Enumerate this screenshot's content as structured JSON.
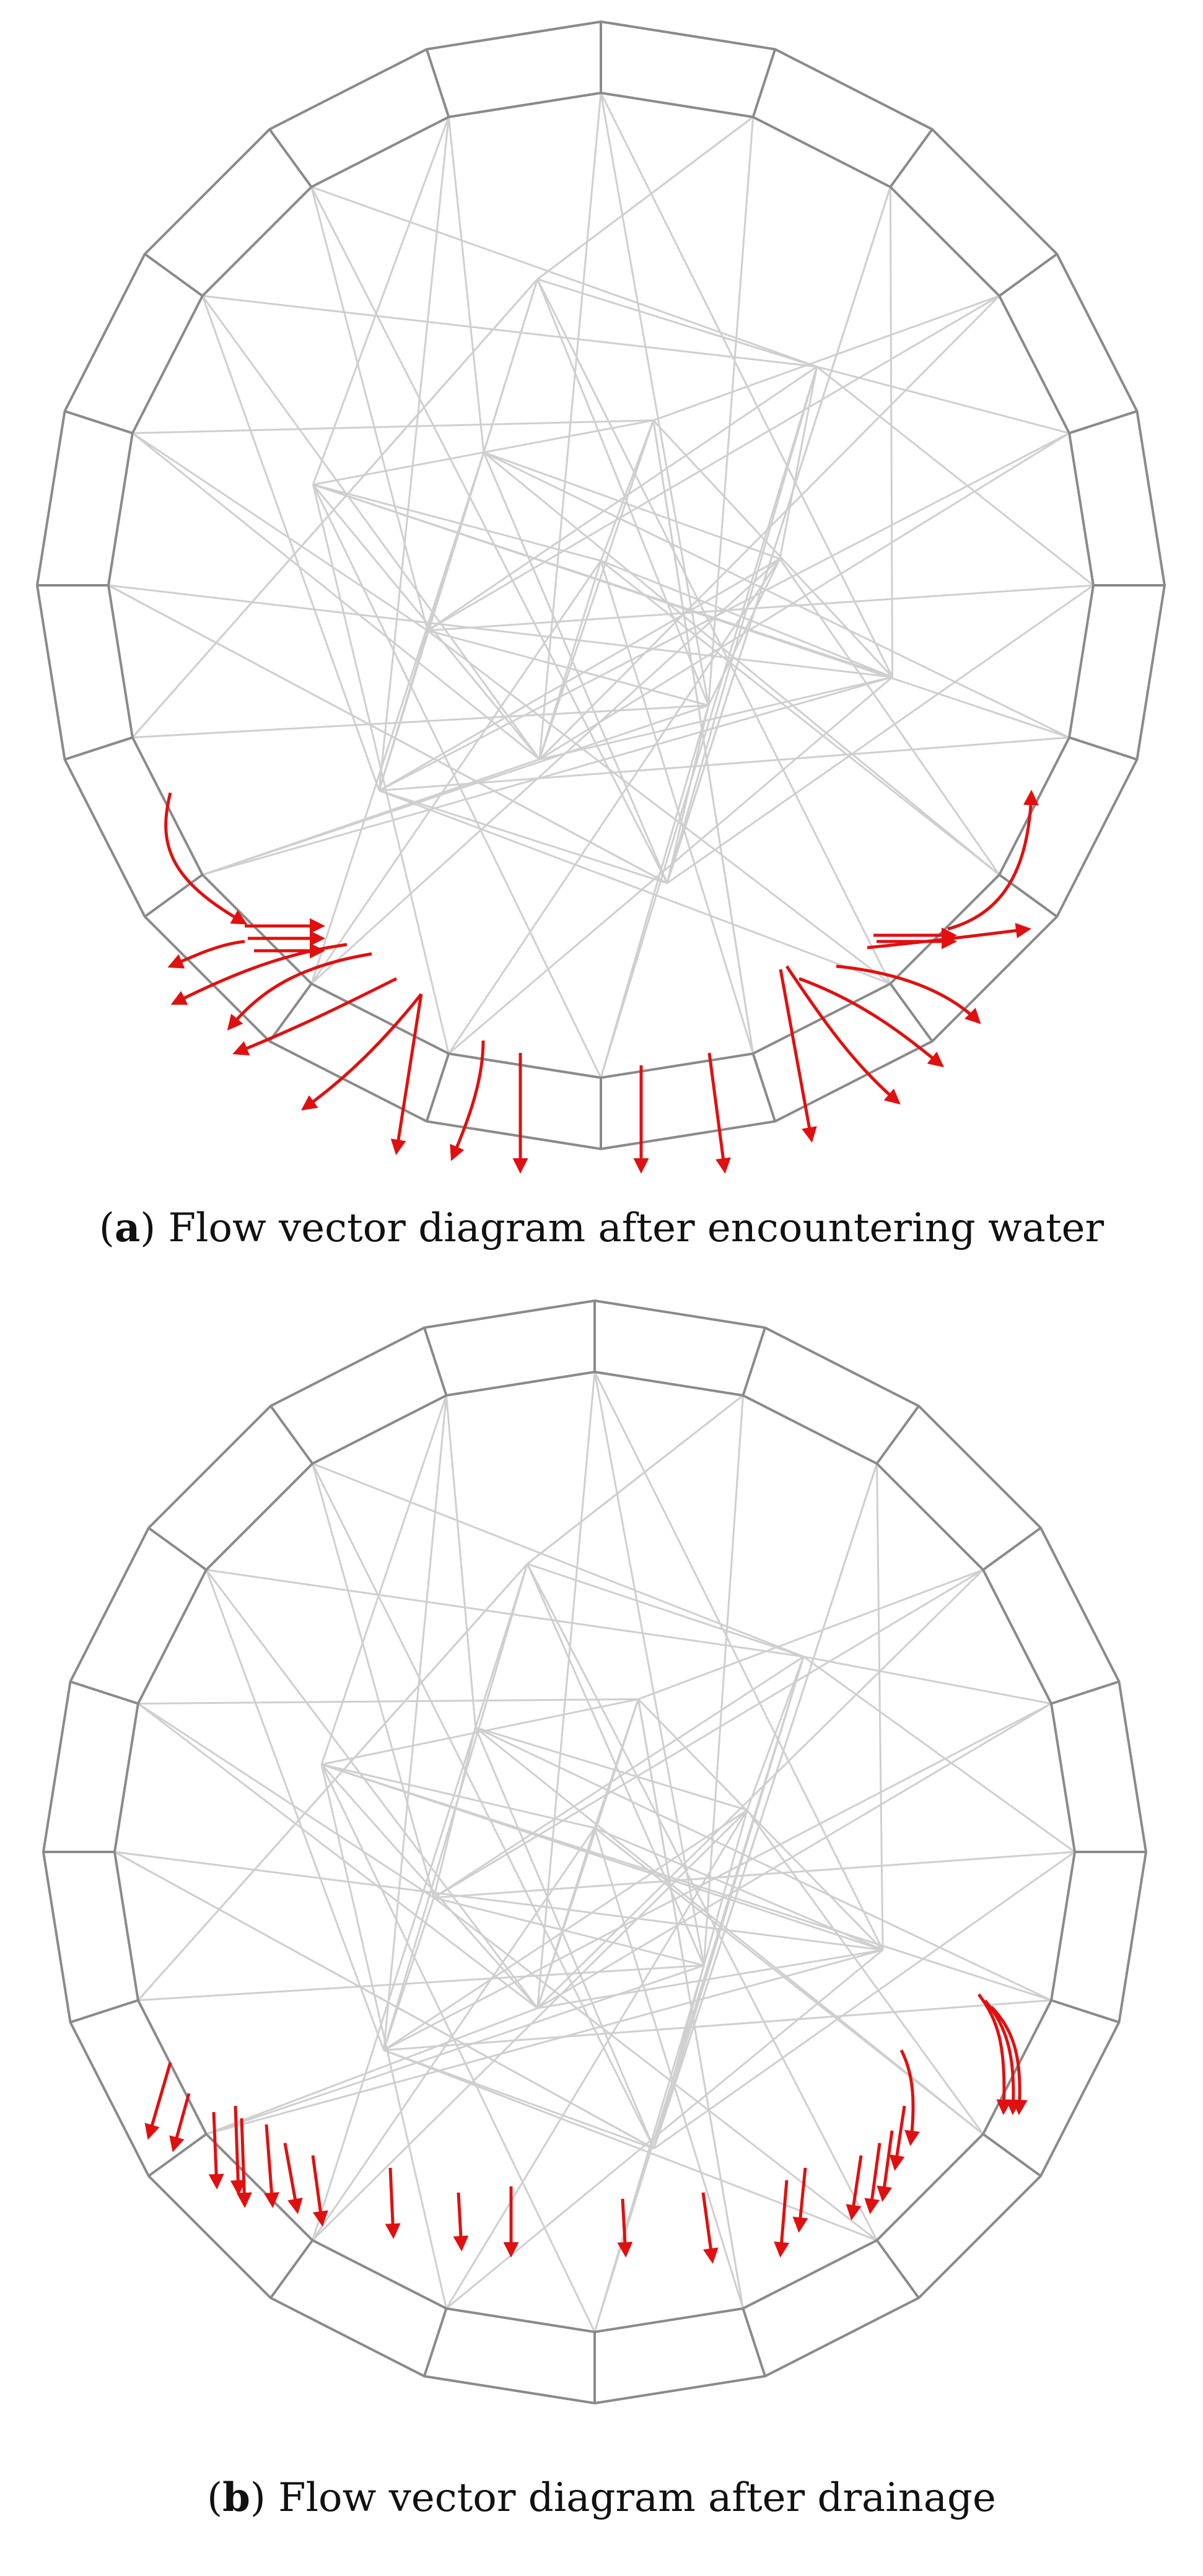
{
  "figure": {
    "panels": [
      {
        "label": "a",
        "caption": "Flow vector diagram after encountering water",
        "state": "after-water",
        "colors": {
          "outer_ring": "#8a8a8a",
          "inner_mesh": "#cfcfcf",
          "vectors": "#e01010"
        }
      },
      {
        "label": "b",
        "caption": "Flow vector diagram after drainage",
        "state": "after-drainage",
        "colors": {
          "outer_ring": "#8a8a8a",
          "inner_mesh": "#cfcfcf",
          "vectors": "#e01010"
        }
      }
    ]
  }
}
